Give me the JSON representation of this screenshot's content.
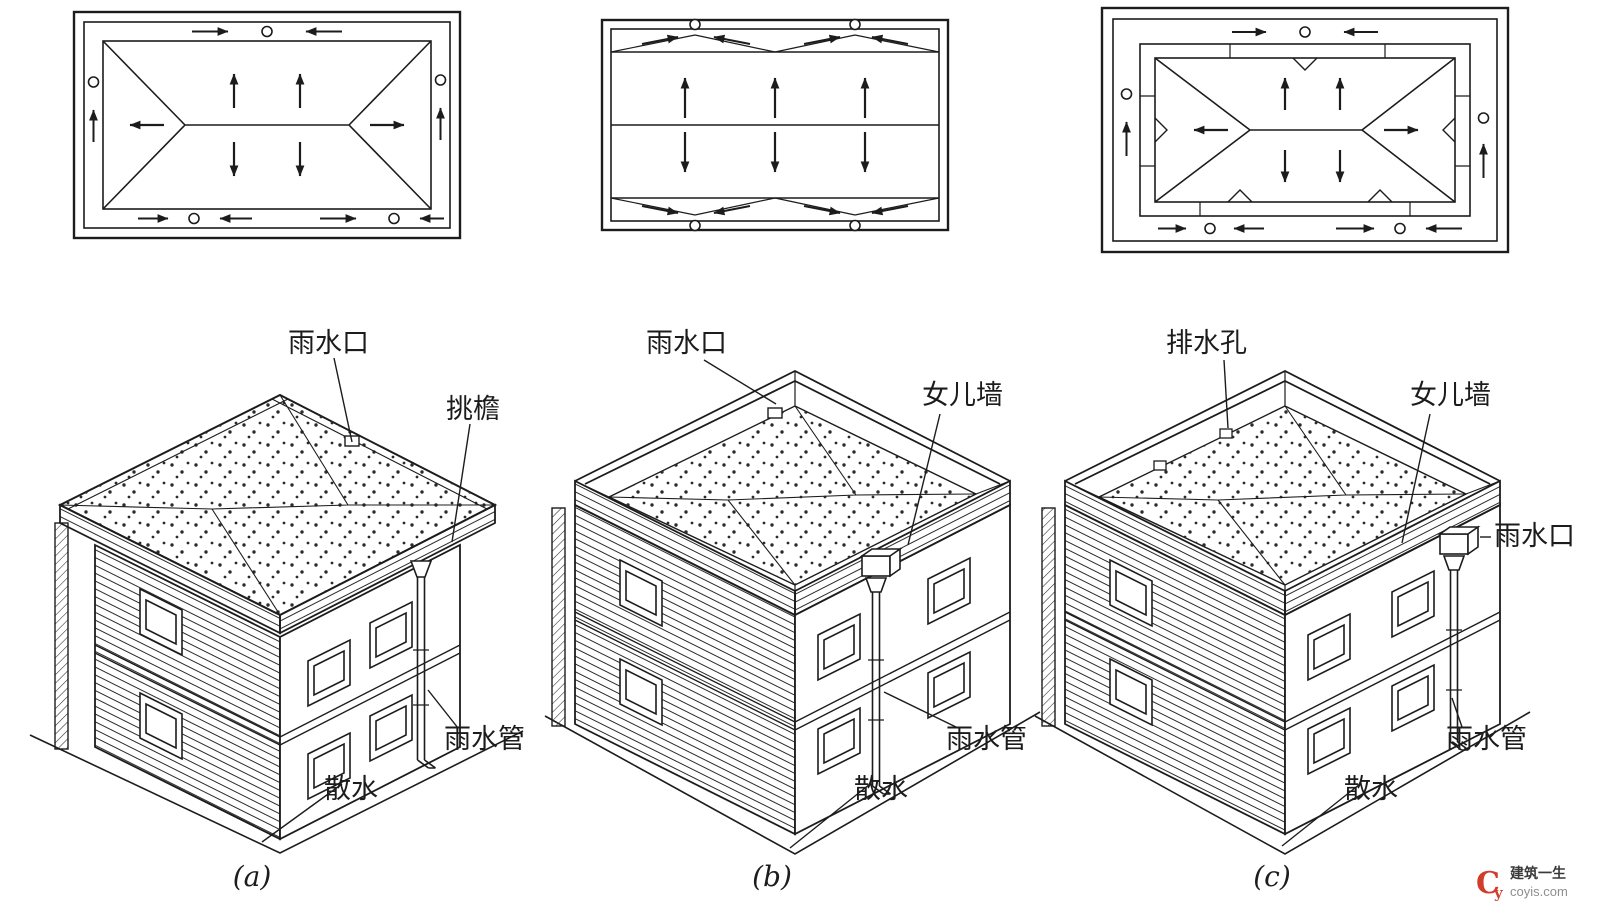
{
  "colors": {
    "ink": "#1c1c1c",
    "watermark_red": "#d23c2a",
    "background": "#ffffff"
  },
  "buildings": {
    "a": {
      "caption": "(a)",
      "labels": {
        "rain_inlet": "雨水口",
        "overhang_eave": "挑檐",
        "rain_pipe": "雨水管",
        "apron": "散水"
      }
    },
    "b": {
      "caption": "(b)",
      "labels": {
        "rain_inlet": "雨水口",
        "parapet": "女儿墙",
        "rain_pipe": "雨水管",
        "apron": "散水"
      }
    },
    "c": {
      "caption": "(c)",
      "labels": {
        "drain_hole": "排水孔",
        "parapet": "女儿墙",
        "rain_inlet": "雨水口",
        "rain_pipe": "雨水管",
        "apron": "散水"
      }
    }
  },
  "watermark": {
    "logo_main": "C",
    "logo_sub": "y",
    "brand": "建筑一生",
    "site": "coyis.com"
  }
}
